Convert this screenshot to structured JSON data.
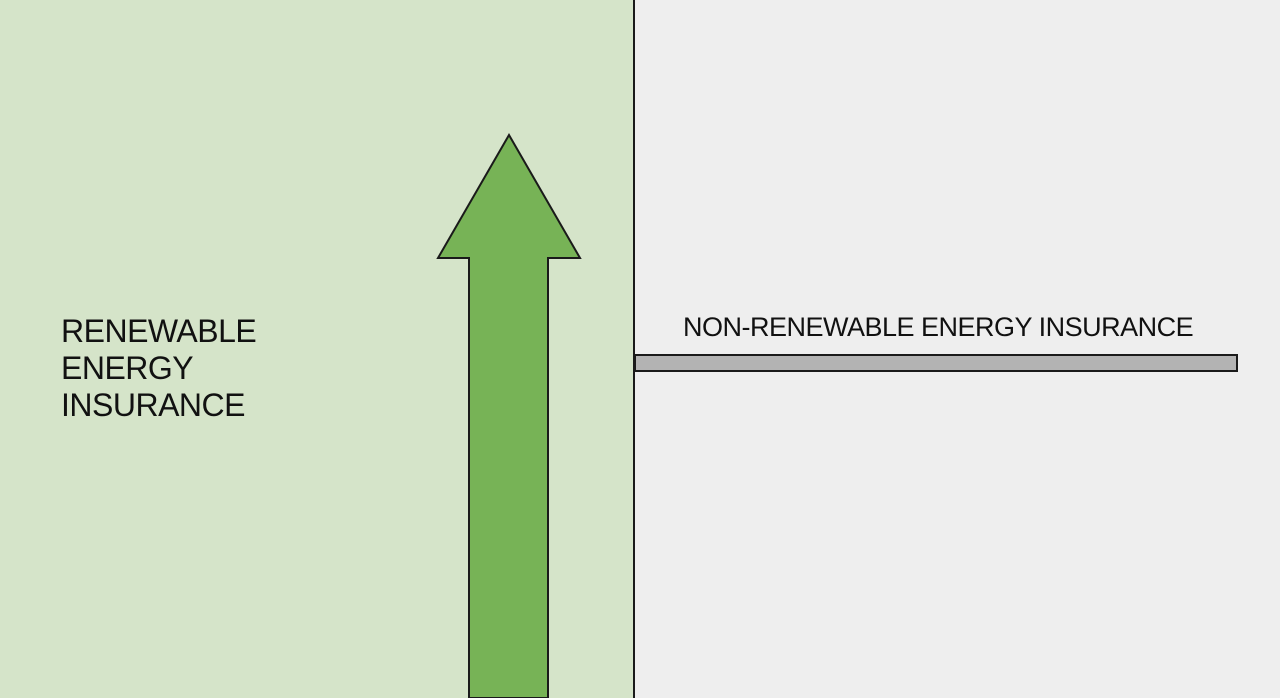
{
  "left_panel": {
    "label_lines": [
      "RENEWABLE",
      "ENERGY",
      "INSURANCE"
    ],
    "background_color": "#d5e4c9",
    "trend": "up",
    "arrow_color": "#77b356"
  },
  "right_panel": {
    "label": "NON-RENEWABLE ENERGY INSURANCE",
    "background_color": "#eeeeee",
    "trend": "flat",
    "bar_color": "#b3b3b3"
  },
  "divider_color": "#1a1a1a"
}
